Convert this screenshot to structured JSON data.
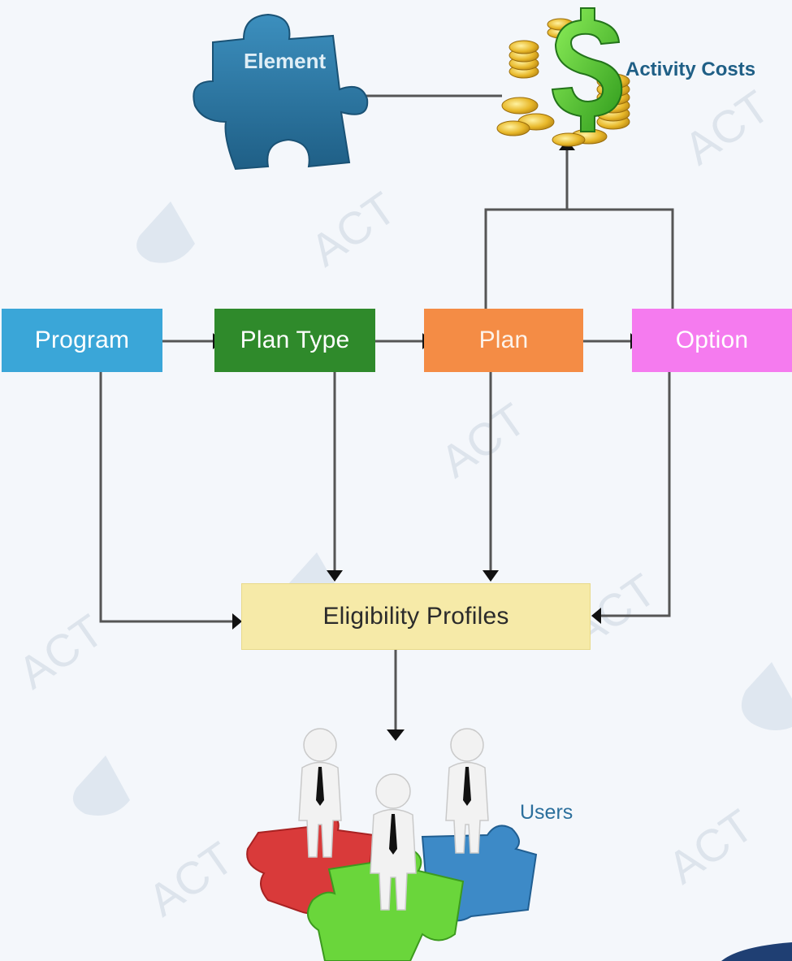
{
  "nodes": {
    "program": "Program",
    "plan_type": "Plan Type",
    "plan": "Plan",
    "option": "Option",
    "eligibility_profiles": "Eligibility Profiles"
  },
  "labels": {
    "element": "Element",
    "activity_costs": "Activity Costs",
    "users": "Users"
  },
  "watermark": "ACT",
  "colors": {
    "program": "#3aa6d8",
    "plan_type": "#2f8a2b",
    "plan": "#f48c45",
    "option": "#f57bef",
    "eligibility_profiles": "#f6eaa8",
    "connector": "#555555",
    "puzzle_element": "#2f7fae"
  },
  "icons": [
    "puzzle-piece-icon",
    "dollar-coins-icon",
    "users-on-puzzle-icon",
    "act-logo-icon"
  ]
}
